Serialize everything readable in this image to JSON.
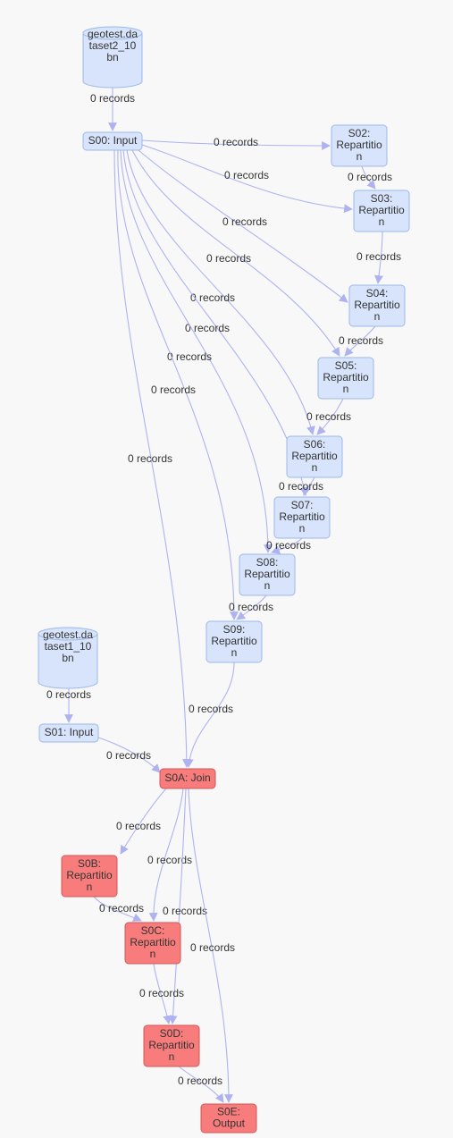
{
  "colors": {
    "stage": "#d7e4fb",
    "joined_stage": "#f97c7c",
    "edge": "#aeb3f0",
    "background": "#f8f8f9"
  },
  "datasets": [
    {
      "id": "ds2",
      "label": [
        "geotest.da",
        "taset2_10",
        "bn"
      ]
    },
    {
      "id": "ds1",
      "label": [
        "geotest.da",
        "taset1_10",
        "bn"
      ]
    }
  ],
  "nodes": [
    {
      "id": "S00",
      "label": [
        "S00: Input"
      ],
      "kind": "blue"
    },
    {
      "id": "S01",
      "label": [
        "S01: Input"
      ],
      "kind": "blue"
    },
    {
      "id": "S02",
      "label": [
        "S02:",
        "Repartitio",
        "n"
      ],
      "kind": "blue"
    },
    {
      "id": "S03",
      "label": [
        "S03:",
        "Repartitio",
        "n"
      ],
      "kind": "blue"
    },
    {
      "id": "S04",
      "label": [
        "S04:",
        "Repartitio",
        "n"
      ],
      "kind": "blue"
    },
    {
      "id": "S05",
      "label": [
        "S05:",
        "Repartitio",
        "n"
      ],
      "kind": "blue"
    },
    {
      "id": "S06",
      "label": [
        "S06:",
        "Repartitio",
        "n"
      ],
      "kind": "blue"
    },
    {
      "id": "S07",
      "label": [
        "S07:",
        "Repartitio",
        "n"
      ],
      "kind": "blue"
    },
    {
      "id": "S08",
      "label": [
        "S08:",
        "Repartitio",
        "n"
      ],
      "kind": "blue"
    },
    {
      "id": "S09",
      "label": [
        "S09:",
        "Repartitio",
        "n"
      ],
      "kind": "blue"
    },
    {
      "id": "S0A",
      "label": [
        "S0A: Join"
      ],
      "kind": "red"
    },
    {
      "id": "S0B",
      "label": [
        "S0B:",
        "Repartitio",
        "n"
      ],
      "kind": "red"
    },
    {
      "id": "S0C",
      "label": [
        "S0C:",
        "Repartitio",
        "n"
      ],
      "kind": "red"
    },
    {
      "id": "S0D",
      "label": [
        "S0D:",
        "Repartitio",
        "n"
      ],
      "kind": "red"
    },
    {
      "id": "S0E",
      "label": [
        "S0E:",
        "Output"
      ],
      "kind": "red"
    }
  ],
  "edges": [
    {
      "from": "ds2",
      "to": "S00",
      "label": "0 records"
    },
    {
      "from": "S00",
      "to": "S02",
      "label": "0 records"
    },
    {
      "from": "S02",
      "to": "S03",
      "label": "0 records"
    },
    {
      "from": "S00",
      "to": "S03",
      "label": "0 records"
    },
    {
      "from": "S00",
      "to": "S04",
      "label": "0 records"
    },
    {
      "from": "S03",
      "to": "S04",
      "label": "0 records"
    },
    {
      "from": "S00",
      "to": "S05",
      "label": "0 records"
    },
    {
      "from": "S04",
      "to": "S05",
      "label": "0 records"
    },
    {
      "from": "S00",
      "to": "S06",
      "label": "0 records"
    },
    {
      "from": "S05",
      "to": "S06",
      "label": "0 records"
    },
    {
      "from": "S00",
      "to": "S07",
      "label": "0 records"
    },
    {
      "from": "S06",
      "to": "S07",
      "label": "0 records"
    },
    {
      "from": "S00",
      "to": "S08",
      "label": "0 records"
    },
    {
      "from": "S07",
      "to": "S08",
      "label": "0 records"
    },
    {
      "from": "S00",
      "to": "S09",
      "label": "0 records"
    },
    {
      "from": "S08",
      "to": "S09",
      "label": "0 records"
    },
    {
      "from": "S00",
      "to": "S0A",
      "label": "0 records"
    },
    {
      "from": "S09",
      "to": "S0A",
      "label": "0 records"
    },
    {
      "from": "ds1",
      "to": "S01",
      "label": "0 records"
    },
    {
      "from": "S01",
      "to": "S0A",
      "label": "0 records"
    },
    {
      "from": "S0A",
      "to": "S0B",
      "label": "0 records"
    },
    {
      "from": "S0A",
      "to": "S0C",
      "label": "0 records"
    },
    {
      "from": "S0B",
      "to": "S0C",
      "label": "0 records"
    },
    {
      "from": "S0A",
      "to": "S0D",
      "label": "0 records"
    },
    {
      "from": "S0A",
      "to": "S0E",
      "label": "0 records"
    },
    {
      "from": "S0C",
      "to": "S0D",
      "label": "0 records"
    },
    {
      "from": "S0D",
      "to": "S0E",
      "label": "0 records"
    }
  ]
}
